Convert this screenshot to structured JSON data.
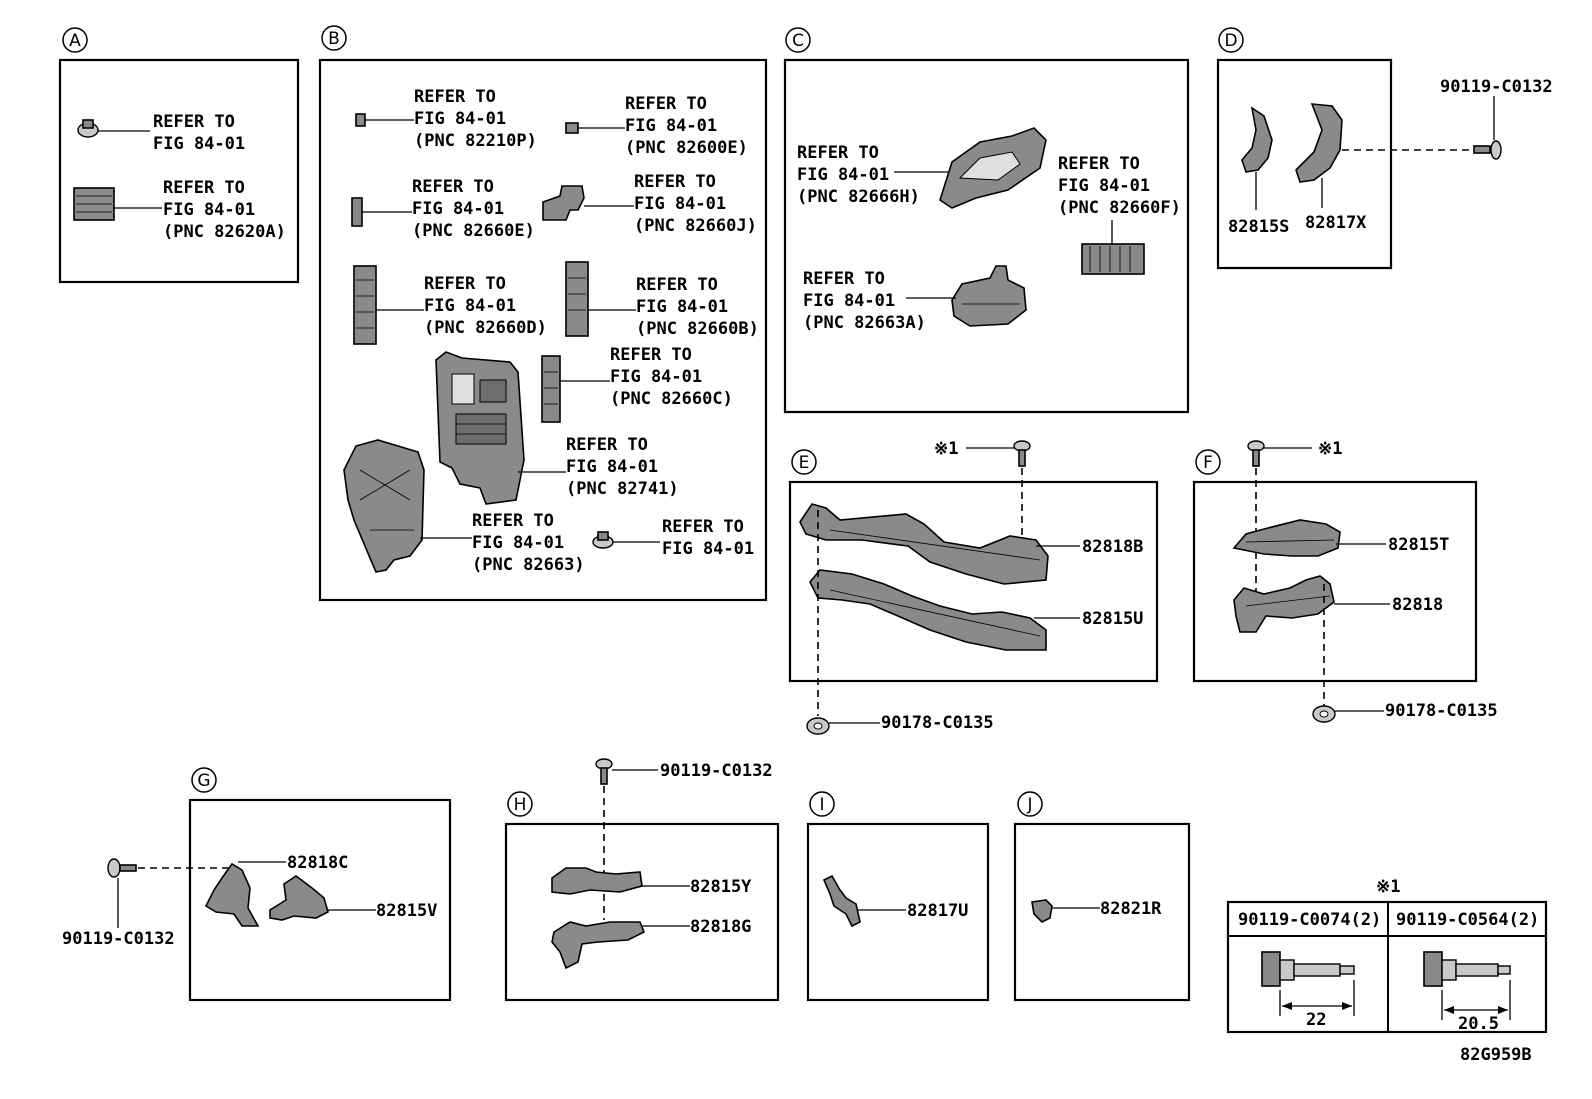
{
  "sections": {
    "A": {
      "letter": "A",
      "refs": [
        {
          "l1": "REFER TO",
          "l2": "FIG 84-01",
          "l3": ""
        },
        {
          "l1": "REFER TO",
          "l2": "FIG 84-01",
          "l3": "(PNC 82620A)"
        }
      ]
    },
    "B": {
      "letter": "B",
      "refs": [
        {
          "l1": "REFER TO",
          "l2": "FIG 84-01",
          "l3": "(PNC 82210P)"
        },
        {
          "l1": "REFER TO",
          "l2": "FIG 84-01",
          "l3": "(PNC 82600E)"
        },
        {
          "l1": "REFER TO",
          "l2": "FIG 84-01",
          "l3": "(PNC 82660E)"
        },
        {
          "l1": "REFER TO",
          "l2": "FIG 84-01",
          "l3": "(PNC 82660J)"
        },
        {
          "l1": "REFER TO",
          "l2": "FIG 84-01",
          "l3": "(PNC 82660D)"
        },
        {
          "l1": "REFER TO",
          "l2": "FIG 84-01",
          "l3": "(PNC 82660B)"
        },
        {
          "l1": "REFER TO",
          "l2": "FIG 84-01",
          "l3": "(PNC 82660C)"
        },
        {
          "l1": "REFER TO",
          "l2": "FIG 84-01",
          "l3": "(PNC 82741)"
        },
        {
          "l1": "REFER TO",
          "l2": "FIG 84-01",
          "l3": "(PNC 82663)"
        },
        {
          "l1": "REFER TO",
          "l2": "FIG 84-01",
          "l3": ""
        }
      ]
    },
    "C": {
      "letter": "C",
      "refs": [
        {
          "l1": "REFER TO",
          "l2": "FIG 84-01",
          "l3": "(PNC 82666H)"
        },
        {
          "l1": "REFER TO",
          "l2": "FIG 84-01",
          "l3": "(PNC 82660F)"
        },
        {
          "l1": "REFER TO",
          "l2": "FIG 84-01",
          "l3": "(PNC 82663A)"
        }
      ]
    },
    "D": {
      "letter": "D",
      "parts": [
        "82815S",
        "82817X"
      ],
      "bolt": "90119-C0132"
    },
    "E": {
      "letter": "E",
      "parts": [
        "82818B",
        "82815U"
      ],
      "nut": "90178-C0135",
      "note": "※1"
    },
    "F": {
      "letter": "F",
      "parts": [
        "82815T",
        "82818"
      ],
      "nut": "90178-C0135",
      "note": "※1"
    },
    "G": {
      "letter": "G",
      "parts": [
        "82818C",
        "82815V"
      ],
      "bolt": "90119-C0132"
    },
    "H": {
      "letter": "H",
      "parts": [
        "82815Y",
        "82818G"
      ],
      "bolt": "90119-C0132"
    },
    "I": {
      "letter": "I",
      "parts": [
        "82817U"
      ]
    },
    "J": {
      "letter": "J",
      "parts": [
        "82821R"
      ]
    }
  },
  "note_table": {
    "mark": "※1",
    "col1": {
      "part": "90119-C0074(2)",
      "dim": "22"
    },
    "col2": {
      "part": "90119-C0564(2)",
      "dim": "20.5"
    }
  },
  "figure_code": "82G959B"
}
